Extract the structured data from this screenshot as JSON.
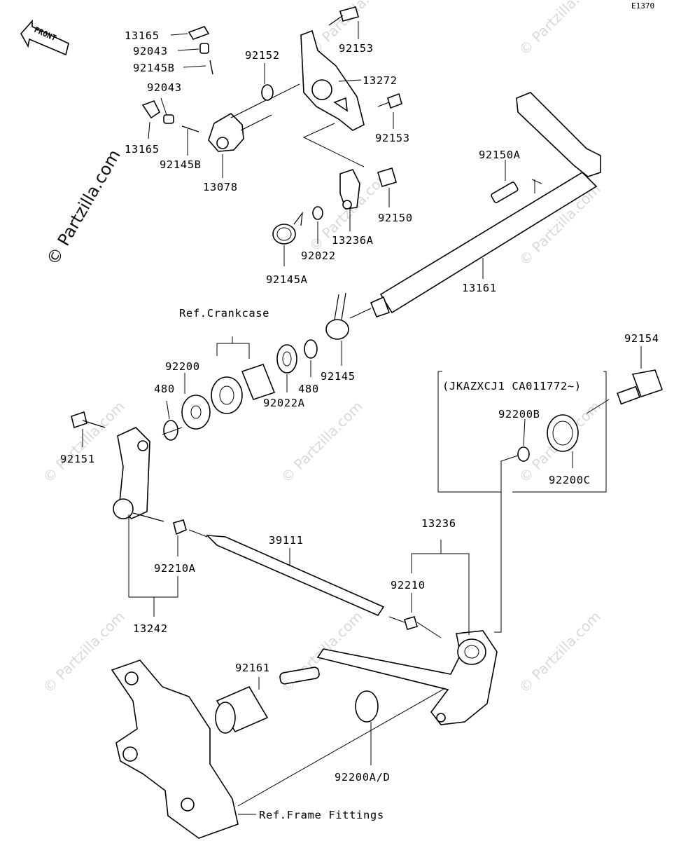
{
  "diagram_code": "E1370",
  "front_label": "FRONT",
  "watermark": "© Partzilla.com",
  "notes": {
    "crankcase": "Ref.Crankcase",
    "frame": "Ref.Frame Fittings",
    "serial": "(JKAZXCJ1 CA011772~)"
  },
  "parts": {
    "p13165a": "13165",
    "p92043a": "92043",
    "p92145Ba": "92145B",
    "p92043b": "92043",
    "p13165b": "13165",
    "p92145Bb": "92145B",
    "p13078": "13078",
    "p92152": "92152",
    "p92153a": "92153",
    "p13272": "13272",
    "p92153b": "92153",
    "p92150A": "92150A",
    "p92150": "92150",
    "p13236A": "13236A",
    "p92022": "92022",
    "p92145A": "92145A",
    "p13161": "13161",
    "p92200": "92200",
    "p480a": "480",
    "p92022A": "92022A",
    "p480b": "480",
    "p92145": "92145",
    "p92154": "92154",
    "p92151": "92151",
    "p92200B": "92200B",
    "p92200C": "92200C",
    "p92210A": "92210A",
    "p39111": "39111",
    "p13236": "13236",
    "p92210": "92210",
    "p13242": "13242",
    "p92161": "92161",
    "p92200AD": "92200A/D"
  }
}
